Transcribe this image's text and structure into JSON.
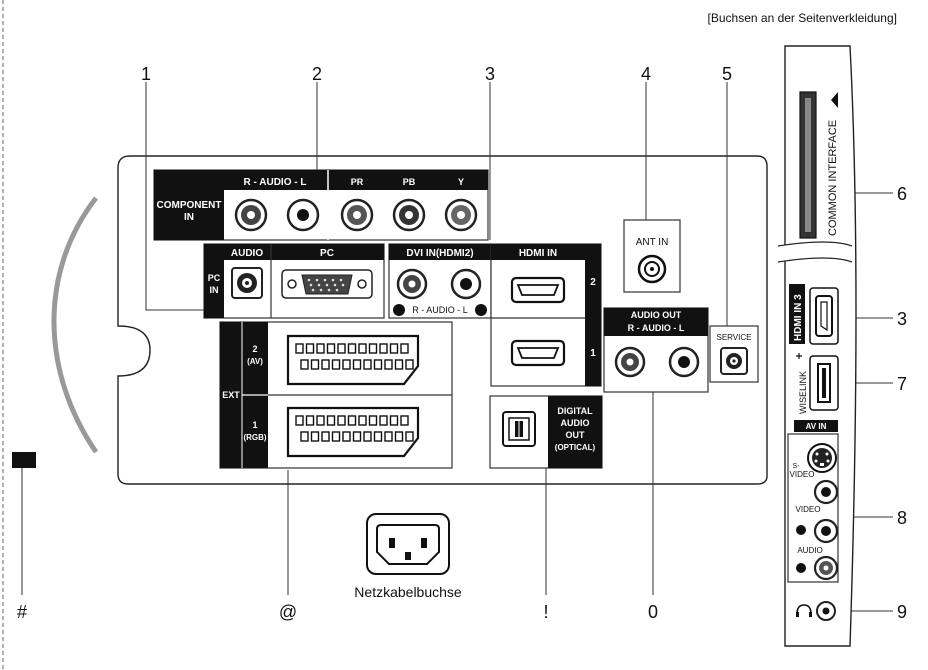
{
  "header": {
    "side_panel_note": "[Buchsen an der Seitenverkleidung]"
  },
  "callouts": {
    "n1": "1",
    "n2": "2",
    "n3": "3",
    "n4": "4",
    "n5": "5",
    "n6": "6",
    "n3b": "3",
    "n7": "7",
    "n8": "8",
    "n9": "9",
    "hash": "#",
    "at": "@",
    "excl": "!",
    "zero": "0"
  },
  "component": {
    "title_line1": "COMPONENT",
    "title_line2": "IN",
    "audio": "R - AUDIO - L",
    "pr": "PR",
    "pb": "PB",
    "y": "Y"
  },
  "pc_in": {
    "title_line1": "PC",
    "title_line2": "IN",
    "audio": "AUDIO",
    "pc": "PC"
  },
  "dvi": {
    "title": "DVI IN(HDMI2)",
    "audio": "R  - AUDIO -  L"
  },
  "hdmi": {
    "title": "HDMI IN",
    "port2": "2",
    "port1": "1"
  },
  "ant": {
    "title": "ANT IN"
  },
  "audio_out": {
    "title": "AUDIO OUT",
    "sub": "R - AUDIO - L"
  },
  "service": {
    "title": "SERVICE"
  },
  "ext": {
    "title": "EXT",
    "av_line1": "2",
    "av_line2": "(AV)",
    "rgb_line1": "1",
    "rgb_line2": "(RGB)"
  },
  "optical": {
    "line1": "DIGITAL",
    "line2": "AUDIO",
    "line3": "OUT",
    "line4": "(OPTICAL)"
  },
  "power": {
    "label": "Netzkabelbuchse"
  },
  "side": {
    "common_interface": "COMMON INTERFACE",
    "hdmi3": "HDMI IN 3",
    "wiselink": "WISELINK",
    "av_in": "AV IN",
    "s_video_line1": "S-",
    "s_video_line2": "VIDEO",
    "video": "VIDEO",
    "audio": "AUDIO"
  }
}
